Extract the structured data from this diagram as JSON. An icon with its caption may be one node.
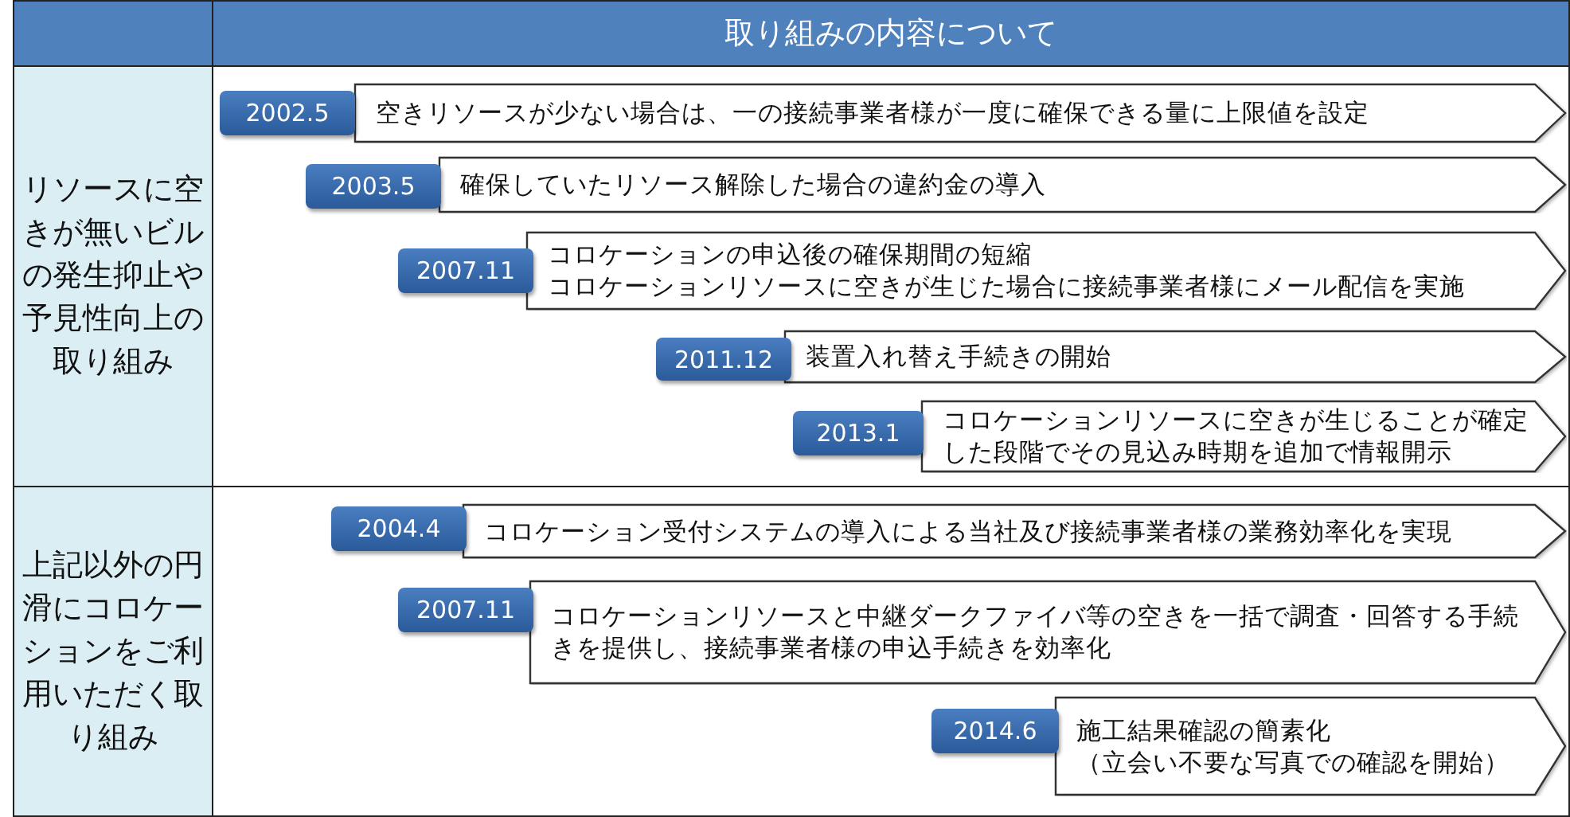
{
  "diagram": {
    "nodes": [
      {
        "text": [
          "取り組みの内容について"
        ]
      },
      {
        "text": [
          "リソースに空きが無いビルの発生抑止や予見性向上の取り組み"
        ]
      },
      {
        "text": [
          "上記以外の円滑にコロケーションをご利用いただく取り組み"
        ]
      },
      {
        "text": [
          "2002.5"
        ]
      },
      {
        "text": [
          "空きリソースが少ない場合は、一の接続事業者様が一度に確保できる量に上限値を設定"
        ]
      },
      {
        "text": [
          "2003.5"
        ]
      },
      {
        "text": [
          "確保していたリソース解除した場合の違約金の導入"
        ]
      },
      {
        "text": [
          "2007.11"
        ]
      },
      {
        "text": [
          "コロケーションの申込後の確保期間の短縮",
          "コロケーションリソースに空きが生じた場合に接続事業者様にメール配信を実施"
        ]
      },
      {
        "text": [
          "2011.12"
        ]
      },
      {
        "text": [
          "装置入れ替え手続きの開始"
        ]
      },
      {
        "text": [
          "2013.1"
        ]
      },
      {
        "text": [
          "コロケーションリソースに空きが生じることが確定した段階でその見込み時期を追加で情報開示"
        ]
      },
      {
        "text": [
          "2004.4"
        ]
      },
      {
        "text": [
          "コロケーション受付システムの導入による当社及び接続事業者様の業務効率化を実現"
        ]
      },
      {
        "text": [
          "2007.11"
        ]
      },
      {
        "text": [
          "コロケーションリソースと中継ダークファイバ等の空きを一括で調査・回答する手続きを提供し、接続事業者様の申込手続きを効率化"
        ]
      },
      {
        "text": [
          "2014.6"
        ]
      },
      {
        "text": [
          "施工結果確認の簡素化",
          "（立会い不要な写真での確認を開始）"
        ]
      }
    ]
  }
}
